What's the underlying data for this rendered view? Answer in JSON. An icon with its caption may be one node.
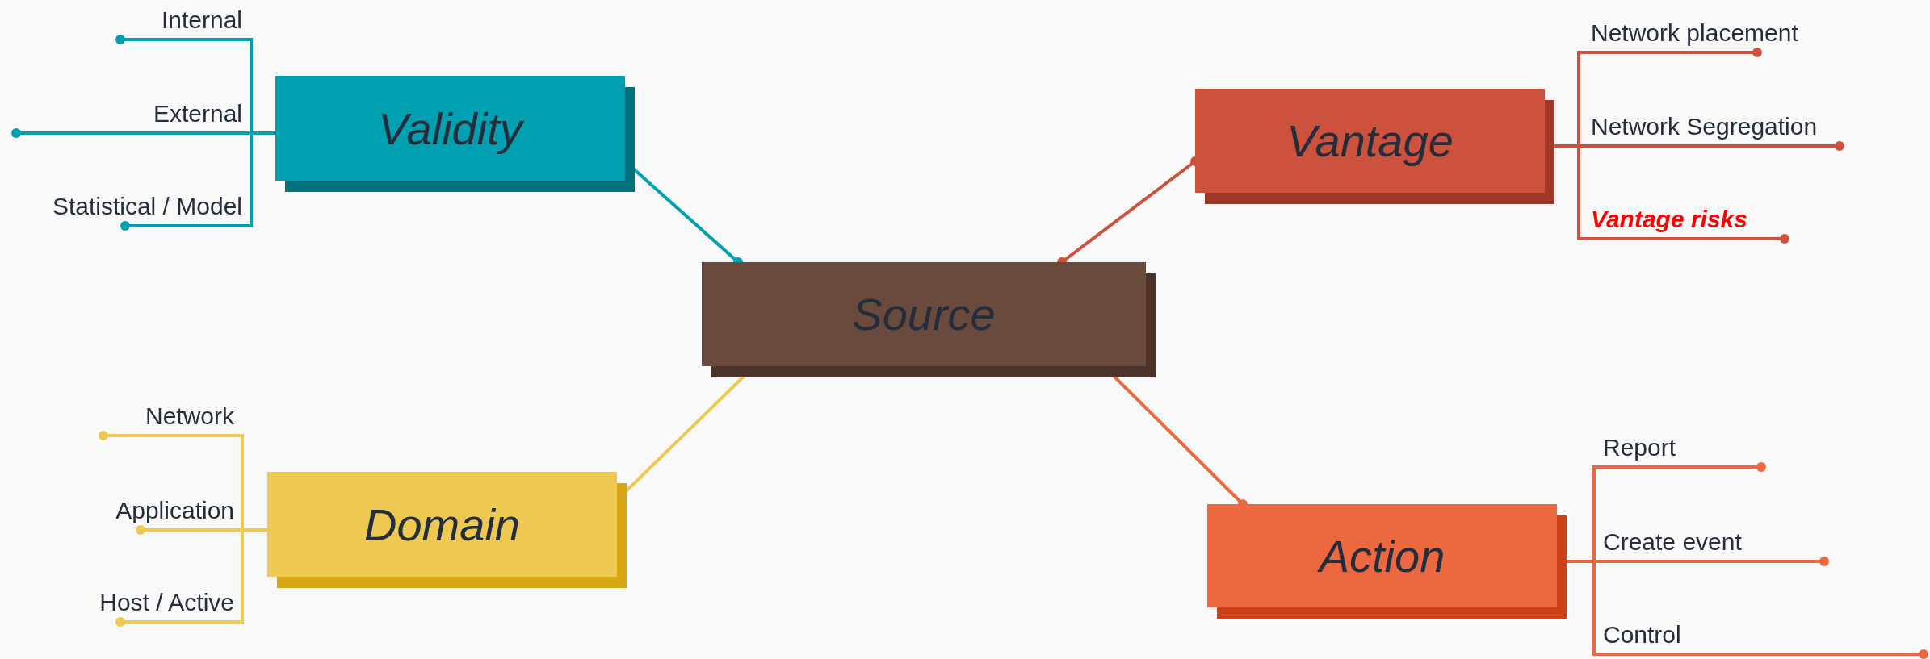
{
  "diagram": {
    "nodes": [
      {
        "text": [
          "Validity"
        ]
      },
      {
        "text": [
          "Internal"
        ]
      },
      {
        "text": [
          "External"
        ]
      },
      {
        "text": [
          "Statistical / Model"
        ]
      },
      {
        "text": [
          "Vantage"
        ]
      },
      {
        "text": [
          "Network placement"
        ]
      },
      {
        "text": [
          "Network Segregation"
        ]
      },
      {
        "text": [
          "Vantage risks"
        ]
      },
      {
        "text": [
          "Source"
        ]
      },
      {
        "text": [
          "Domain"
        ]
      },
      {
        "text": [
          "Network"
        ]
      },
      {
        "text": [
          "Application"
        ]
      },
      {
        "text": [
          "Host / Active"
        ]
      },
      {
        "text": [
          "Action"
        ]
      },
      {
        "text": [
          "Report"
        ]
      },
      {
        "text": [
          "Create event"
        ]
      },
      {
        "text": [
          "Control"
        ]
      }
    ],
    "edges": [
      {
        "from": 8,
        "to": 0,
        "arrow": "other",
        "color": "#00a0b0"
      },
      {
        "from": 8,
        "to": 4,
        "arrow": "other",
        "color": "#cc523d"
      },
      {
        "from": 8,
        "to": 9,
        "arrow": "other",
        "color": "#edc951"
      },
      {
        "from": 8,
        "to": 13,
        "arrow": "other",
        "color": "#eb6841"
      },
      {
        "from": 0,
        "to": 1,
        "arrow": "other",
        "color": "#00a0b0"
      },
      {
        "from": 0,
        "to": 2,
        "arrow": "other",
        "color": "#00a0b0"
      },
      {
        "from": 0,
        "to": 3,
        "arrow": "other",
        "color": "#00a0b0"
      },
      {
        "from": 4,
        "to": 5,
        "arrow": "other",
        "color": "#cc523d"
      },
      {
        "from": 4,
        "to": 6,
        "arrow": "other",
        "color": "#cc523d"
      },
      {
        "from": 4,
        "to": 7,
        "arrow": "other",
        "color": "#cc523d"
      },
      {
        "from": 9,
        "to": 10,
        "arrow": "other",
        "color": "#edc951"
      },
      {
        "from": 9,
        "to": 11,
        "arrow": "other",
        "color": "#edc951"
      },
      {
        "from": 9,
        "to": 12,
        "arrow": "other",
        "color": "#edc951"
      },
      {
        "from": 13,
        "to": 14,
        "arrow": "other",
        "color": "#eb6841"
      },
      {
        "from": 13,
        "to": 15,
        "arrow": "other",
        "color": "#eb6841"
      },
      {
        "from": 13,
        "to": 16,
        "arrow": "other",
        "color": "#eb6841"
      }
    ]
  }
}
